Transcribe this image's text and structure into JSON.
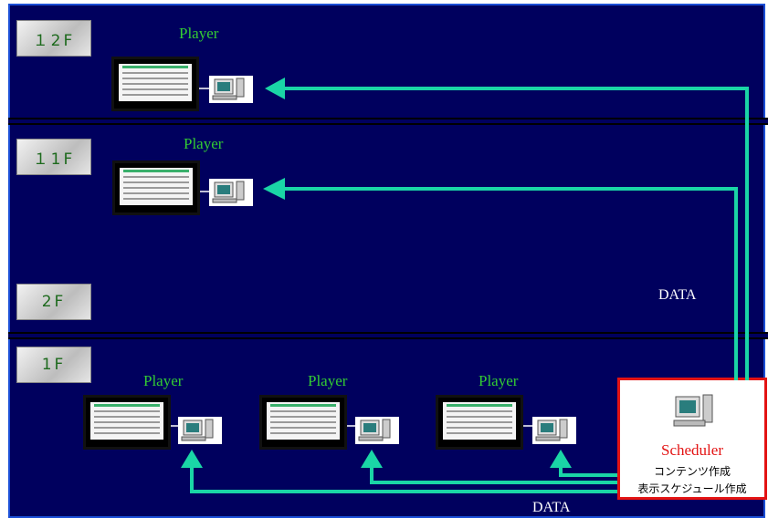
{
  "floors": [
    "１2F",
    "１1F",
    "2F",
    "1F"
  ],
  "player_label": "Player",
  "data_labels": [
    "DATA",
    "DATA"
  ],
  "scheduler": {
    "title": "Scheduler",
    "line1": "コンテンツ作成",
    "line2": "表示スケジュール作成"
  },
  "colors": {
    "background": "#00005e",
    "arrow": "#1ad5a6",
    "player_text": "#33cc33",
    "scheduler_border": "#e31313"
  },
  "icons": [
    "monitor-icon",
    "pc-icon"
  ]
}
